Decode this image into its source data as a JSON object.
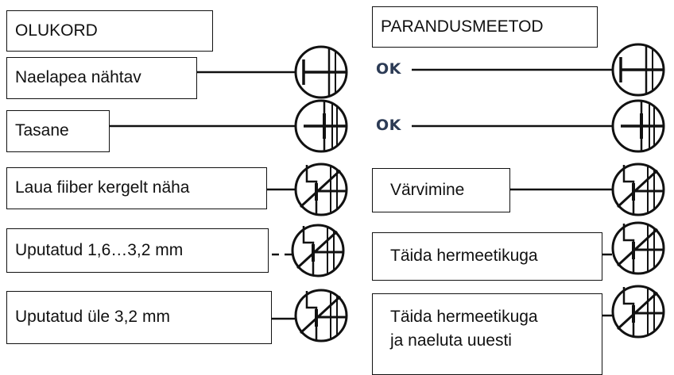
{
  "headers": {
    "situation": "OLUKORD",
    "remedy": "PARANDUSMEETOD"
  },
  "conditions": [
    "Naelapea nähtav",
    "Tasane",
    "Laua fiiber kergelt näha",
    "Uputatud 1,6…3,2 mm",
    "Uputatud üle 3,2 mm"
  ],
  "remedies": [
    "OK",
    "OK",
    "Värvimine",
    "Täida hermeetikuga",
    "Täida hermeetikuga\nja naeluta uuesti"
  ],
  "icons": [
    "nail-head-visible-icon",
    "nail-flush-icon",
    "nail-damaged-fiber-icon",
    "nail-sunk-icon",
    "nail-deep-sunk-icon"
  ],
  "colors": {
    "line": "#111111",
    "ok_text": "#2c3b55"
  }
}
